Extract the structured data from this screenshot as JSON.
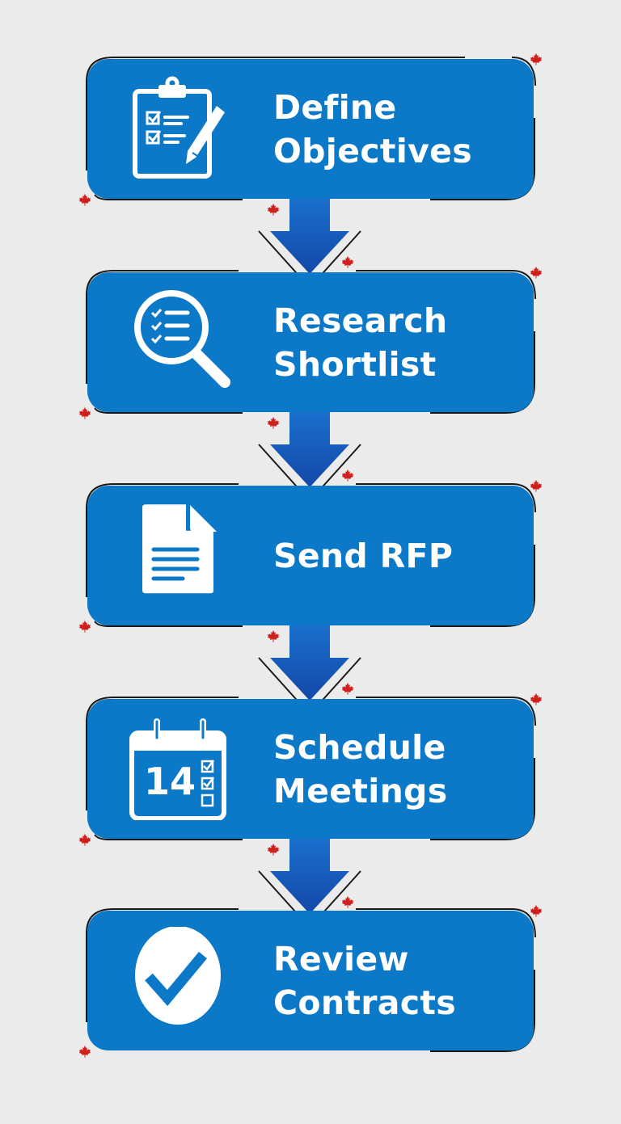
{
  "diagram": {
    "type": "vertical-process-flow",
    "colors": {
      "background": "#ebebeb",
      "box_fill": "#0b78c8",
      "arrow_fill": "#1560c0",
      "text": "#ffffff",
      "outline": "#1a1a1a",
      "maple_leaf": "#d0201c"
    },
    "steps": [
      {
        "index": 1,
        "lines": [
          "Define",
          "Objectives"
        ],
        "icon": "clipboard-checklist-pencil-icon"
      },
      {
        "index": 2,
        "lines": [
          "Research",
          "Shortlist"
        ],
        "icon": "magnifier-checklist-icon"
      },
      {
        "index": 3,
        "lines": [
          "Send RFP"
        ],
        "icon": "document-icon"
      },
      {
        "index": 4,
        "lines": [
          "Schedule",
          "Meetings"
        ],
        "icon": "calendar-checklist-icon",
        "calendar_day": "14"
      },
      {
        "index": 5,
        "lines": [
          "Review",
          "Contracts"
        ],
        "icon": "check-circle-icon"
      }
    ],
    "connectors": [
      "down-arrow",
      "down-arrow",
      "down-arrow",
      "down-arrow"
    ],
    "decorations": "maple-leaf-icon"
  }
}
